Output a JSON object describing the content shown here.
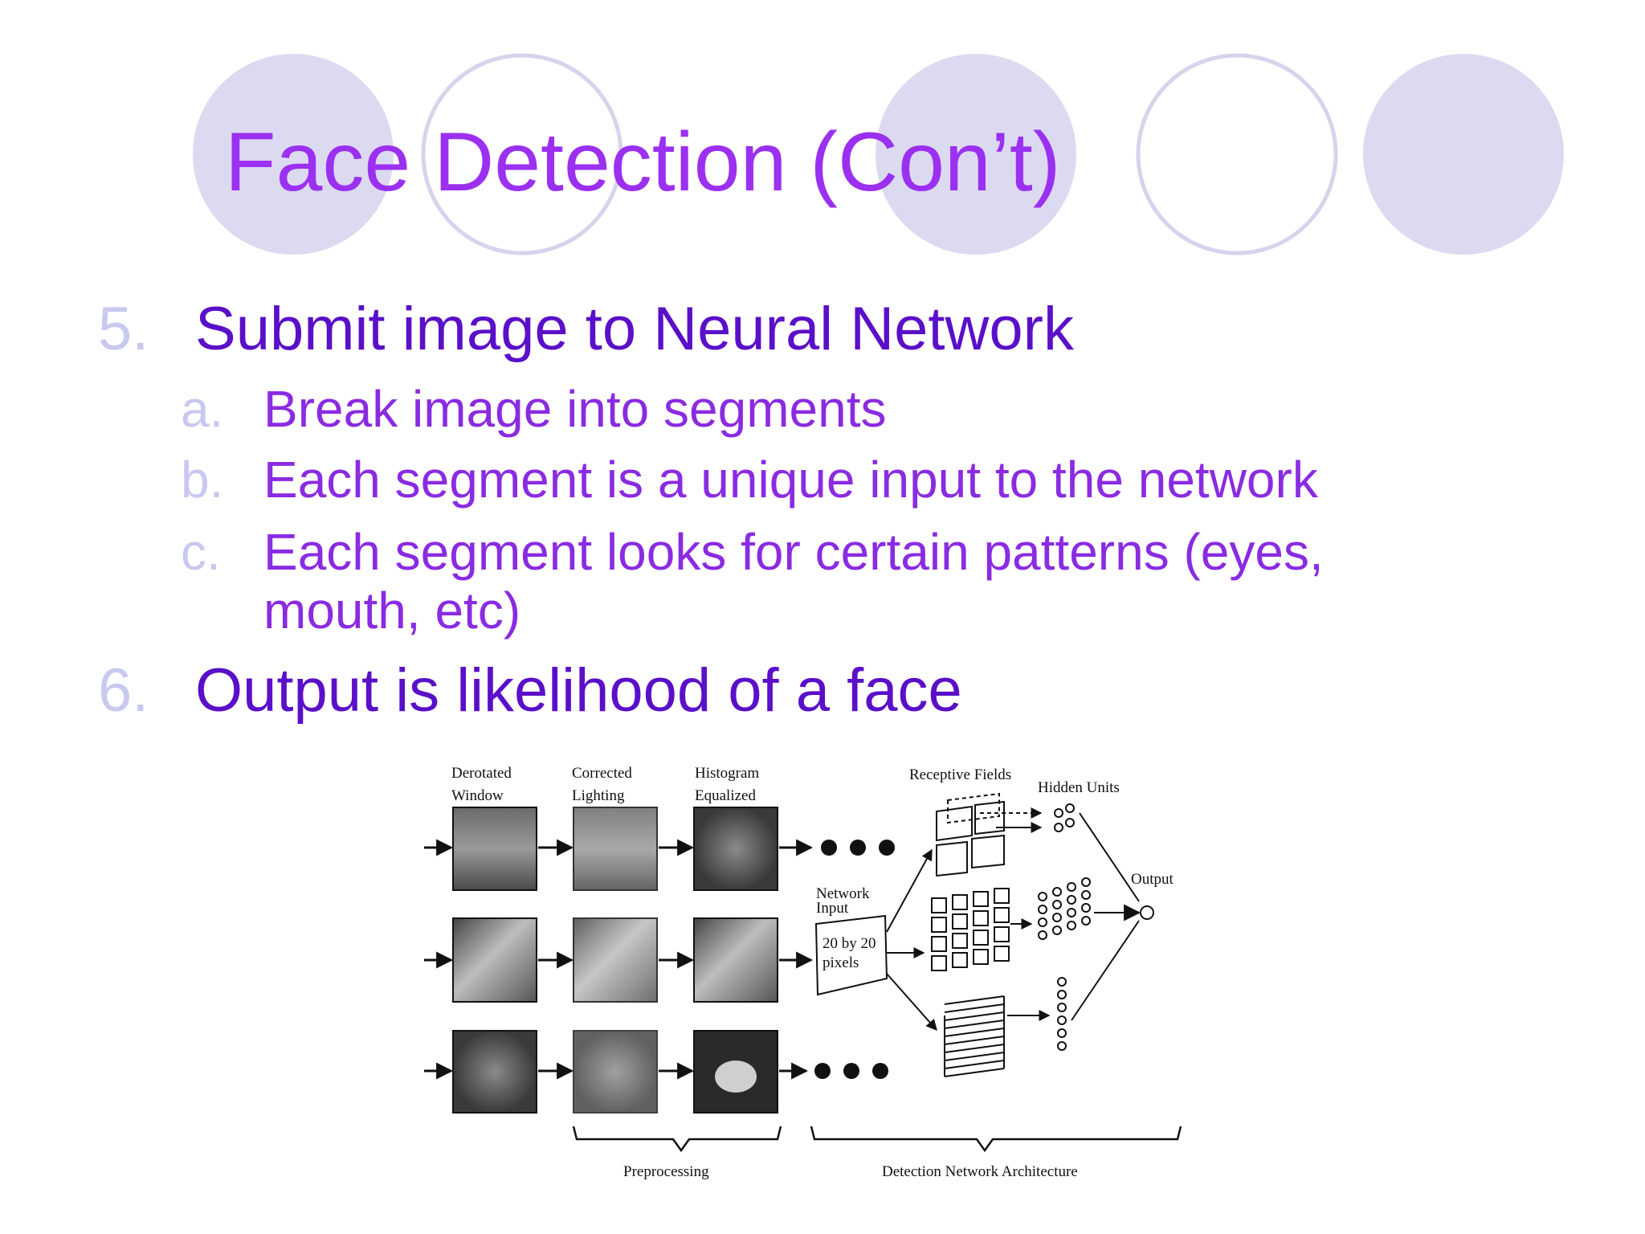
{
  "slide": {
    "title": "Face Detection (Con’t)",
    "items": [
      {
        "number": "5.",
        "text": "Submit image to Neural Network",
        "subitems": [
          {
            "letter": "a.",
            "lines": [
              "Break image into segments"
            ]
          },
          {
            "letter": "b.",
            "lines": [
              "Each segment is a unique input to the network"
            ]
          },
          {
            "letter": "c.",
            "lines": [
              "Each segment looks for certain patterns (eyes,",
              "mouth, etc)"
            ]
          }
        ]
      },
      {
        "number": "6.",
        "text": "Output is likelihood of a face",
        "subitems": []
      }
    ]
  },
  "figure": {
    "col_labels": [
      [
        "Derotated",
        "Window"
      ],
      [
        "Corrected",
        "Lighting"
      ],
      [
        "Histogram",
        "Equalized"
      ]
    ],
    "receptive_fields": "Receptive Fields",
    "hidden_units": "Hidden Units",
    "output": "Output",
    "network_input": [
      "Network",
      "Input"
    ],
    "input_size": [
      "20 by 20",
      "pixels"
    ],
    "preprocessing": "Preprocessing",
    "architecture": "Detection Network Architecture"
  },
  "colors": {
    "title": "#9b30f0",
    "item_text": "#5a0fc8",
    "subitem_text": "#8a2be2",
    "bullet_numbers": "#c8c8f0",
    "circle_fill": "#dcdaf0",
    "circle_outline": "#d6d4ec"
  }
}
